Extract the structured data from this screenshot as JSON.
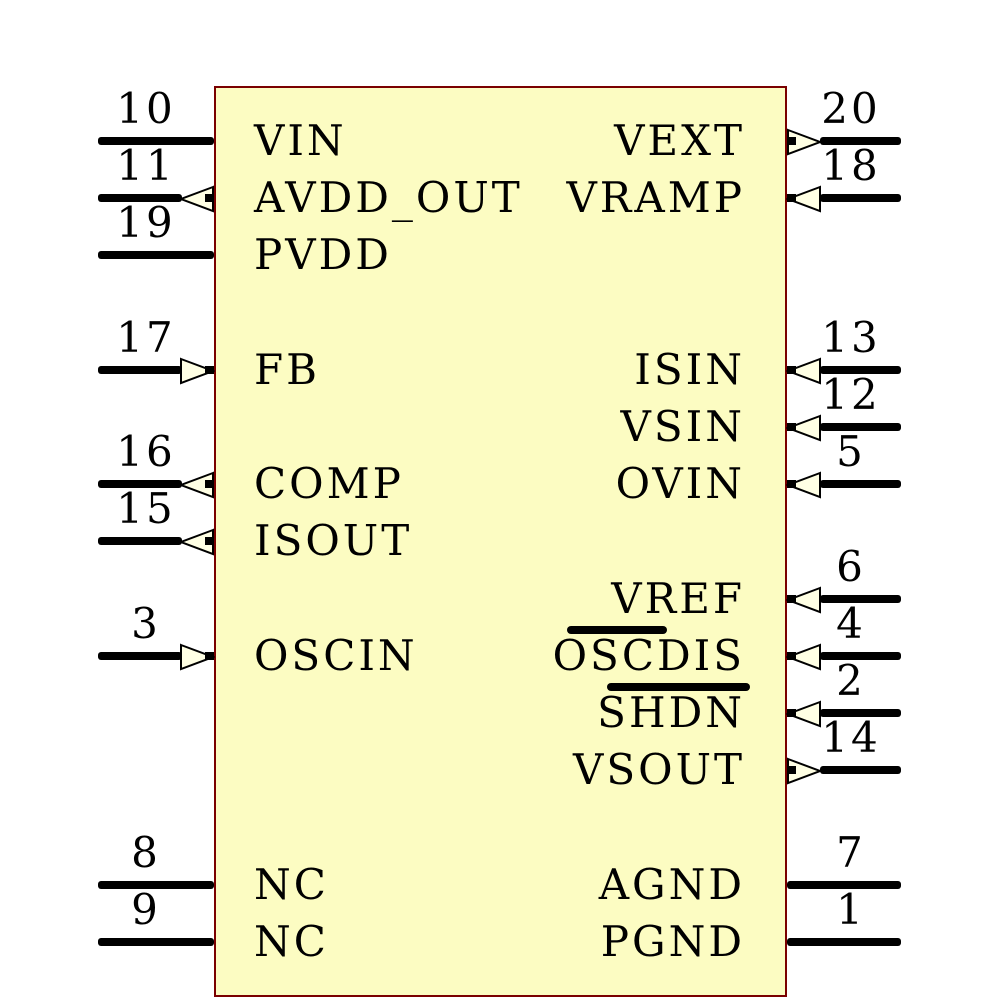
{
  "diagram": {
    "kind": "ic-schematic-symbol",
    "colors": {
      "background": "#ffffff",
      "chip_fill": "#fcfcc2",
      "chip_border": "#7a0000",
      "pin_line": "#000000",
      "text": "#000000",
      "arrow_fill": "#ffffe4",
      "arrow_stroke": "#000000"
    }
  },
  "pins": {
    "left": [
      {
        "number": "10",
        "name": "VIN",
        "direction": "passive",
        "row": 0,
        "overline": false
      },
      {
        "number": "11",
        "name": "AVDD_OUT",
        "direction": "output",
        "row": 1,
        "overline": false
      },
      {
        "number": "19",
        "name": "PVDD",
        "direction": "passive",
        "row": 2,
        "overline": false
      },
      {
        "number": "17",
        "name": "FB",
        "direction": "input",
        "row": 4,
        "overline": false
      },
      {
        "number": "16",
        "name": "COMP",
        "direction": "output",
        "row": 6,
        "overline": false
      },
      {
        "number": "15",
        "name": "ISOUT",
        "direction": "output",
        "row": 7,
        "overline": false
      },
      {
        "number": "3",
        "name": "OSCIN",
        "direction": "input",
        "row": 9,
        "overline": false
      },
      {
        "number": "8",
        "name": "NC",
        "direction": "passive",
        "row": 13,
        "overline": false
      },
      {
        "number": "9",
        "name": "NC",
        "direction": "passive",
        "row": 14,
        "overline": false
      }
    ],
    "right": [
      {
        "number": "20",
        "name": "VEXT",
        "direction": "output",
        "row": 0,
        "overline": false
      },
      {
        "number": "18",
        "name": "VRAMP",
        "direction": "input",
        "row": 1,
        "overline": false
      },
      {
        "number": "13",
        "name": "ISIN",
        "direction": "input",
        "row": 4,
        "overline": false
      },
      {
        "number": "12",
        "name": "VSIN",
        "direction": "input",
        "row": 5,
        "overline": false
      },
      {
        "number": "5",
        "name": "OVIN",
        "direction": "input",
        "row": 6,
        "overline": false
      },
      {
        "number": "6",
        "name": "VREF",
        "direction": "input",
        "row": 8,
        "overline": false
      },
      {
        "number": "4",
        "name": "OSCDIS",
        "direction": "input",
        "row": 9,
        "overline": true
      },
      {
        "number": "2",
        "name": "SHDN",
        "direction": "input",
        "row": 10,
        "overline": true
      },
      {
        "number": "14",
        "name": "VSOUT",
        "direction": "output",
        "row": 11,
        "overline": false
      },
      {
        "number": "7",
        "name": "AGND",
        "direction": "passive",
        "row": 13,
        "overline": false
      },
      {
        "number": "1",
        "name": "PGND",
        "direction": "passive",
        "row": 14,
        "overline": false
      }
    ]
  }
}
